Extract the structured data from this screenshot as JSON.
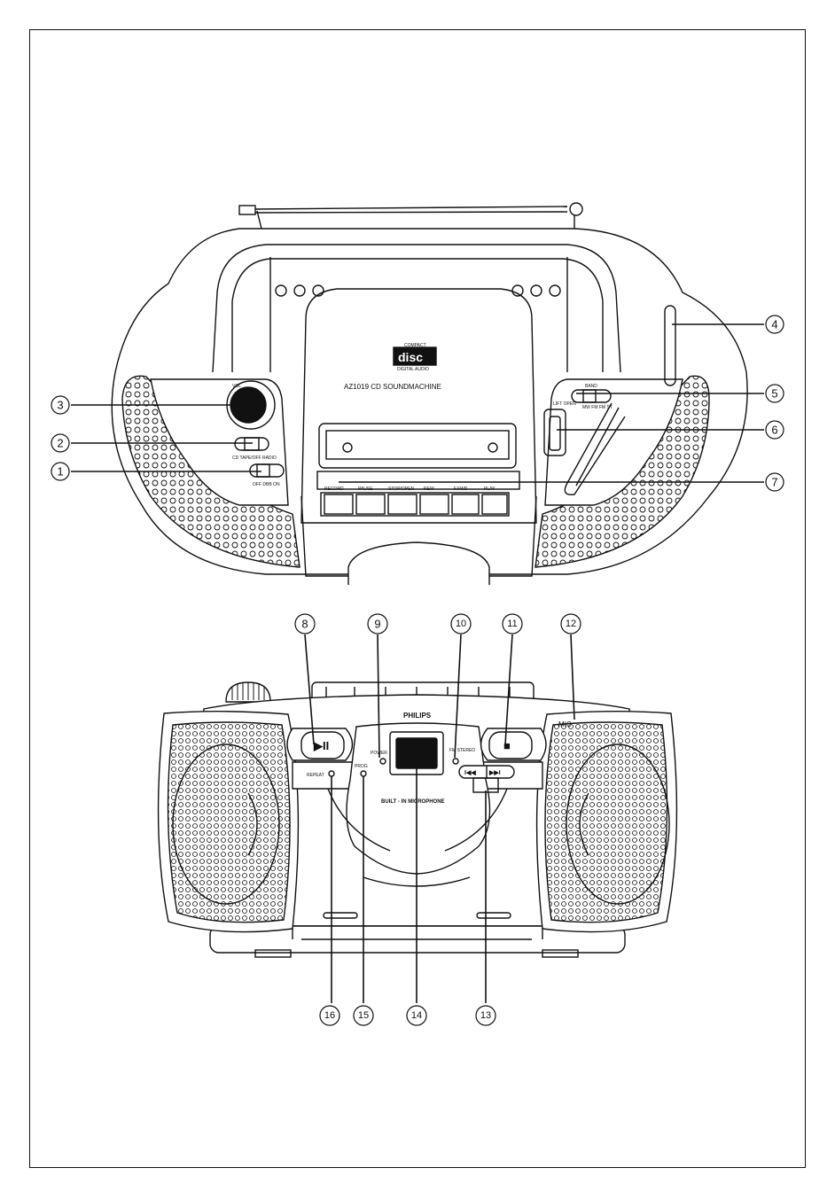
{
  "top_view": {
    "model_text": "AZ1019 CD SOUNDMACHINE",
    "logo_compact": "COMPACT",
    "logo_disc": "disc",
    "logo_digital": "DIGITAL AUDIO",
    "vol_label": "VOL",
    "band_label": "BAND",
    "lift_open_label": "LIFT OPEN",
    "band_positions": "MW FM FM ST",
    "mode_positions": "CD TAPE/OFF RADIO",
    "power_positions": "OFF DBB ON",
    "tape_keys": [
      "RECORD",
      "PAUSE",
      "STOP/OPEN",
      "REW",
      "F.FWD",
      "PLAY"
    ]
  },
  "front_view": {
    "brand": "PHILIPS",
    "mic_label": "MIC",
    "power_label": "POWER",
    "fm_stereo_label": "FM STEREO",
    "prog_label": "PROG",
    "repeat_label": "REPEAT",
    "built_in_label": "BUILT - IN MICROPHONE",
    "play_pause_symbol": "▶II",
    "stop_symbol": "■",
    "prev_symbol": "I◀◀",
    "next_symbol": "▶▶I"
  },
  "callouts": [
    "1",
    "2",
    "3",
    "4",
    "5",
    "6",
    "7",
    "8",
    "9",
    "10",
    "11",
    "12",
    "13",
    "14",
    "15",
    "16"
  ]
}
